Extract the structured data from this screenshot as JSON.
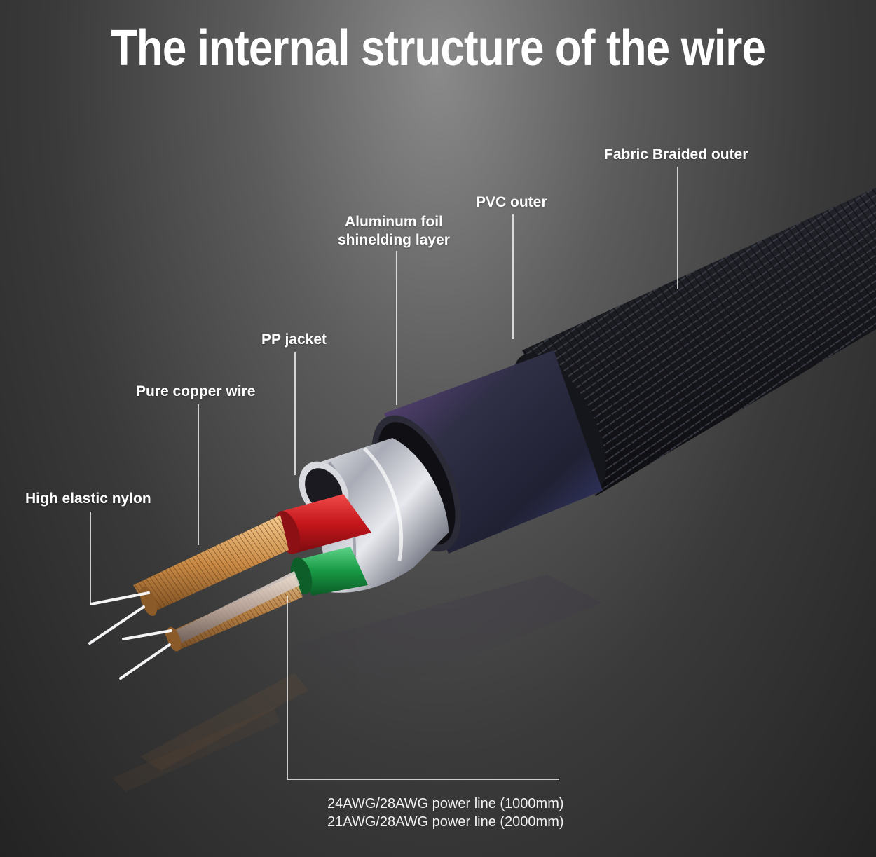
{
  "title": "The internal structure of the wire",
  "labels": {
    "fabric_braided_outer": "Fabric Braided outer",
    "pvc_outer": "PVC outer",
    "aluminum_foil_line1": "Aluminum foil",
    "aluminum_foil_line2": "shinelding layer",
    "pp_jacket": "PP jacket",
    "pure_copper_wire": "Pure copper wire",
    "high_elastic_nylon": "High elastic nylon"
  },
  "power_lines": [
    "24AWG/28AWG power line (1000mm)",
    "21AWG/28AWG power line (2000mm)"
  ],
  "colors": {
    "label_text": "#ffffff",
    "leader_line": "#ffffff",
    "braid": "#1b1c22",
    "pvc": "#2a2c3c",
    "foil": "#c9ccd4",
    "red_wire": "#d81e22",
    "green_wire": "#1fa24a",
    "copper": "#d39a55"
  }
}
